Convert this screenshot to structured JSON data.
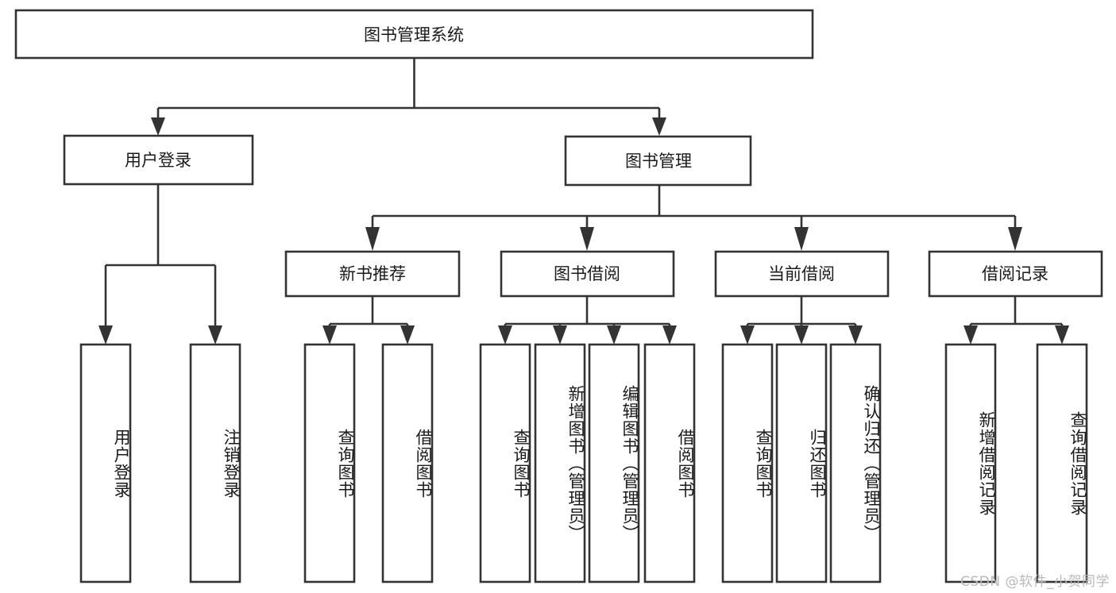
{
  "diagram": {
    "type": "tree",
    "title": "图书管理系统",
    "watermark": "CSDN @软件_小贺同学",
    "colors": {
      "background": "#ffffff",
      "box_fill": "#ffffff",
      "box_stroke": "#333333",
      "text": "#1a1a1a",
      "watermark": "#b9b9b9"
    },
    "root": {
      "label": "图书管理系统"
    },
    "level2": [
      {
        "label": "用户登录"
      },
      {
        "label": "图书管理"
      }
    ],
    "level3": [
      {
        "label": "新书推荐"
      },
      {
        "label": "图书借阅"
      },
      {
        "label": "当前借阅"
      },
      {
        "label": "借阅记录"
      }
    ],
    "leaves": {
      "user_login": [
        {
          "label": "用户登录"
        },
        {
          "label": "注销登录"
        }
      ],
      "new_book_recommend": [
        {
          "label": "查询图书"
        },
        {
          "label": "借阅图书"
        }
      ],
      "book_borrow": [
        {
          "label": "查询图书"
        },
        {
          "label": "新增图书（管理员）"
        },
        {
          "label": "编辑图书（管理员）"
        },
        {
          "label": "借阅图书"
        }
      ],
      "current_borrow": [
        {
          "label": "查询图书"
        },
        {
          "label": "归还图书"
        },
        {
          "label": "确认归还（管理员）"
        }
      ],
      "borrow_record": [
        {
          "label": "新增借阅记录"
        },
        {
          "label": "查询借阅记录"
        }
      ]
    }
  }
}
